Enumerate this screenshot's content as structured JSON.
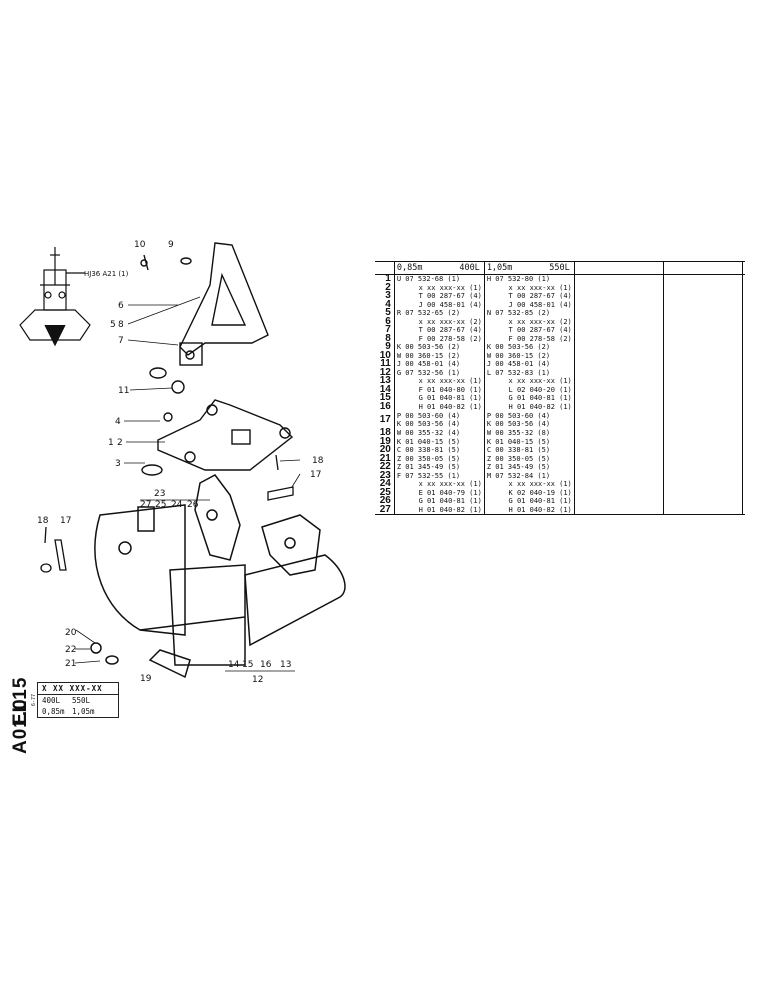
{
  "drawing": {
    "mount_label": "HJ36  A21 (1)",
    "callouts": [
      "10",
      "9",
      "6",
      "5",
      "8",
      "7",
      "11",
      "4",
      "1",
      "2",
      "3",
      "18",
      "17",
      "23",
      "27",
      "25",
      "24",
      "26",
      "18",
      "17",
      "20",
      "22",
      "21",
      "19",
      "14",
      "15",
      "16",
      "13",
      "12"
    ]
  },
  "side_code": {
    "line1": "EL15",
    "line2": "A01.0"
  },
  "code_box": {
    "header": "X XX XXX-XX",
    "note": "6-77",
    "row1": [
      "400L",
      "550L"
    ],
    "row2": [
      "0,85m",
      "1,05m"
    ]
  },
  "table": {
    "header": {
      "size1": "0,85m",
      "cap1": "400L",
      "size2": "1,05m",
      "cap2": "550L"
    },
    "rows": [
      {
        "n": "1",
        "a": "U 07 532-68 (1)",
        "b": "H 07 532-80 (1)",
        "ar": false
      },
      {
        "n": "2",
        "a": "x xx xxx-xx (1)",
        "b": "x xx xxx-xx (1)",
        "ar": true
      },
      {
        "n": "3",
        "a": "T 00 287-67 (4)",
        "b": "T 00 287-67 (4)",
        "ar": true
      },
      {
        "n": "4",
        "a": "J 00 458-01 (4)",
        "b": "J 00 458-01 (4)",
        "ar": true
      },
      {
        "n": "5",
        "a": "R 07 532-65 (2)",
        "b": "N 07 532-85 (2)",
        "ar": false
      },
      {
        "n": "6",
        "a": "x xx xxx-xx (2)",
        "b": "x xx xxx-xx (2)",
        "ar": true
      },
      {
        "n": "7",
        "a": "T 00 287-67 (4)",
        "b": "T 00 287-67 (4)",
        "ar": true
      },
      {
        "n": "8",
        "a": "F 00 278-58 (2)",
        "b": "F 00 278-58 (2)",
        "ar": true
      },
      {
        "n": "9",
        "a": "K 00 503-56 (2)",
        "b": "K 00 503-56 (2)",
        "ar": false
      },
      {
        "n": "10",
        "a": "W 00 360-15 (2)",
        "b": "W 00 360-15 (2)",
        "ar": false
      },
      {
        "n": "11",
        "a": "J 00 458-01 (4)",
        "b": "J 00 458-01 (4)",
        "ar": false
      },
      {
        "n": "12",
        "a": "G 07 532-56 (1)",
        "b": "L 07 532-83 (1)",
        "ar": false
      },
      {
        "n": "13",
        "a": "x xx xxx-xx (1)",
        "b": "x xx xxx-xx (1)",
        "ar": true
      },
      {
        "n": "14",
        "a": "F 01 040-80 (1)",
        "b": "L 02 040-20 (1)",
        "ar": true
      },
      {
        "n": "15",
        "a": "G 01 040-81 (1)",
        "b": "G 01 040-81 (1)",
        "ar": true
      },
      {
        "n": "16",
        "a": "H 01 040-82 (1)",
        "b": "H 01 040-82 (1)",
        "ar": true
      },
      {
        "n": "17",
        "a": "P 00 503-60 (4)",
        "b": "P 00 503-60 (4)",
        "a2": "K 00 503-56 (4)",
        "b2": "K 00 503-56 (4)",
        "ar": false
      },
      {
        "n": "18",
        "a": "W 00 355-32 (4)",
        "b": "W 00 355-32 (8)",
        "ar": false
      },
      {
        "n": "19",
        "a": "K 01 040-15 (5)",
        "b": "K 01 040-15 (5)",
        "ar": false
      },
      {
        "n": "20",
        "a": "C 00 338-81 (5)",
        "b": "C 00 338-81 (5)",
        "ar": false
      },
      {
        "n": "21",
        "a": "Z 00 350-05 (5)",
        "b": "Z 00 350-05 (5)",
        "ar": false
      },
      {
        "n": "22",
        "a": "Z 01 345-49 (5)",
        "b": "Z 01 345-49 (5)",
        "ar": false
      },
      {
        "n": "23",
        "a": "F 07 532-55 (1)",
        "b": "M 07 532-84 (1)",
        "ar": false
      },
      {
        "n": "24",
        "a": "x xx xxx-xx (1)",
        "b": "x xx xxx-xx (1)",
        "ar": true
      },
      {
        "n": "25",
        "a": "E 01 040-79 (1)",
        "b": "K 02 040-19 (1)",
        "ar": true
      },
      {
        "n": "26",
        "a": "G 01 040-81 (1)",
        "b": "G 01 040-81 (1)",
        "ar": true
      },
      {
        "n": "27",
        "a": "H 01 040-82 (1)",
        "b": "H 01 040-82 (1)",
        "ar": true
      }
    ]
  }
}
